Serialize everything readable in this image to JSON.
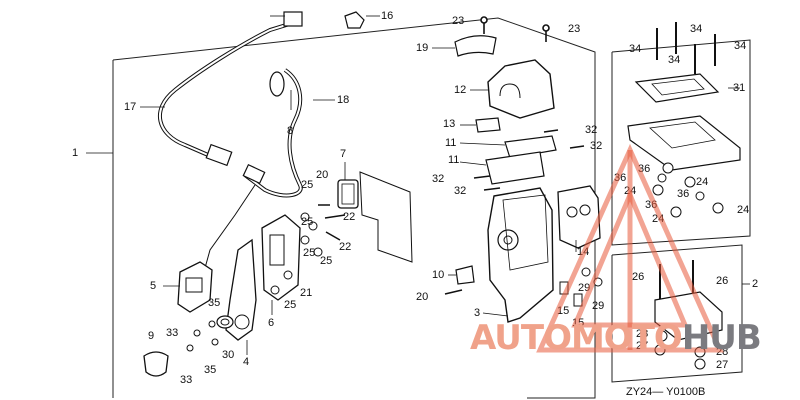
{
  "diagram": {
    "code_prefix": "ZY24",
    "code_suffix": "Y0100B",
    "watermark": {
      "part1": "AUTOMOTO",
      "part2": "HUB",
      "color1": "#e8593a",
      "color2": "#6d6d72"
    },
    "callouts": [
      {
        "id": "c1",
        "label": "1"
      },
      {
        "id": "c2",
        "label": "2"
      },
      {
        "id": "c3",
        "label": "3"
      },
      {
        "id": "c4",
        "label": "4"
      },
      {
        "id": "c5",
        "label": "5"
      },
      {
        "id": "c6",
        "label": "6"
      },
      {
        "id": "c7",
        "label": "7"
      },
      {
        "id": "c8",
        "label": "8"
      },
      {
        "id": "c9",
        "label": "9"
      },
      {
        "id": "c10",
        "label": "10"
      },
      {
        "id": "c11a",
        "label": "11"
      },
      {
        "id": "c11b",
        "label": "11"
      },
      {
        "id": "c12",
        "label": "12"
      },
      {
        "id": "c13",
        "label": "13"
      },
      {
        "id": "c14",
        "label": "14"
      },
      {
        "id": "c15a",
        "label": "15"
      },
      {
        "id": "c15b",
        "label": "15"
      },
      {
        "id": "c16",
        "label": "16"
      },
      {
        "id": "c17",
        "label": "17"
      },
      {
        "id": "c18",
        "label": "18"
      },
      {
        "id": "c19",
        "label": "19"
      },
      {
        "id": "c20a",
        "label": "20"
      },
      {
        "id": "c20b",
        "label": "20"
      },
      {
        "id": "c21",
        "label": "21"
      },
      {
        "id": "c22a",
        "label": "22"
      },
      {
        "id": "c22b",
        "label": "22"
      },
      {
        "id": "c23a",
        "label": "23"
      },
      {
        "id": "c23b",
        "label": "23"
      },
      {
        "id": "c24a",
        "label": "24"
      },
      {
        "id": "c24b",
        "label": "24"
      },
      {
        "id": "c24c",
        "label": "24"
      },
      {
        "id": "c24d",
        "label": "24"
      },
      {
        "id": "c25a",
        "label": "25"
      },
      {
        "id": "c25b",
        "label": "25"
      },
      {
        "id": "c25c",
        "label": "25"
      },
      {
        "id": "c25d",
        "label": "25"
      },
      {
        "id": "c25e",
        "label": "25"
      },
      {
        "id": "c26a",
        "label": "26"
      },
      {
        "id": "c26b",
        "label": "26"
      },
      {
        "id": "c27a",
        "label": "27"
      },
      {
        "id": "c27b",
        "label": "27"
      },
      {
        "id": "c28a",
        "label": "28"
      },
      {
        "id": "c28b",
        "label": "28"
      },
      {
        "id": "c29a",
        "label": "29"
      },
      {
        "id": "c29b",
        "label": "29"
      },
      {
        "id": "c30",
        "label": "30"
      },
      {
        "id": "c31",
        "label": "31"
      },
      {
        "id": "c32a",
        "label": "32"
      },
      {
        "id": "c32b",
        "label": "32"
      },
      {
        "id": "c32c",
        "label": "32"
      },
      {
        "id": "c32d",
        "label": "32"
      },
      {
        "id": "c33a",
        "label": "33"
      },
      {
        "id": "c33b",
        "label": "33"
      },
      {
        "id": "c34a",
        "label": "34"
      },
      {
        "id": "c34b",
        "label": "34"
      },
      {
        "id": "c34c",
        "label": "34"
      },
      {
        "id": "c34d",
        "label": "34"
      },
      {
        "id": "c35a",
        "label": "35"
      },
      {
        "id": "c35b",
        "label": "35"
      },
      {
        "id": "c36a",
        "label": "36"
      },
      {
        "id": "c36b",
        "label": "36"
      },
      {
        "id": "c36c",
        "label": "36"
      },
      {
        "id": "c36d",
        "label": "36"
      }
    ]
  }
}
